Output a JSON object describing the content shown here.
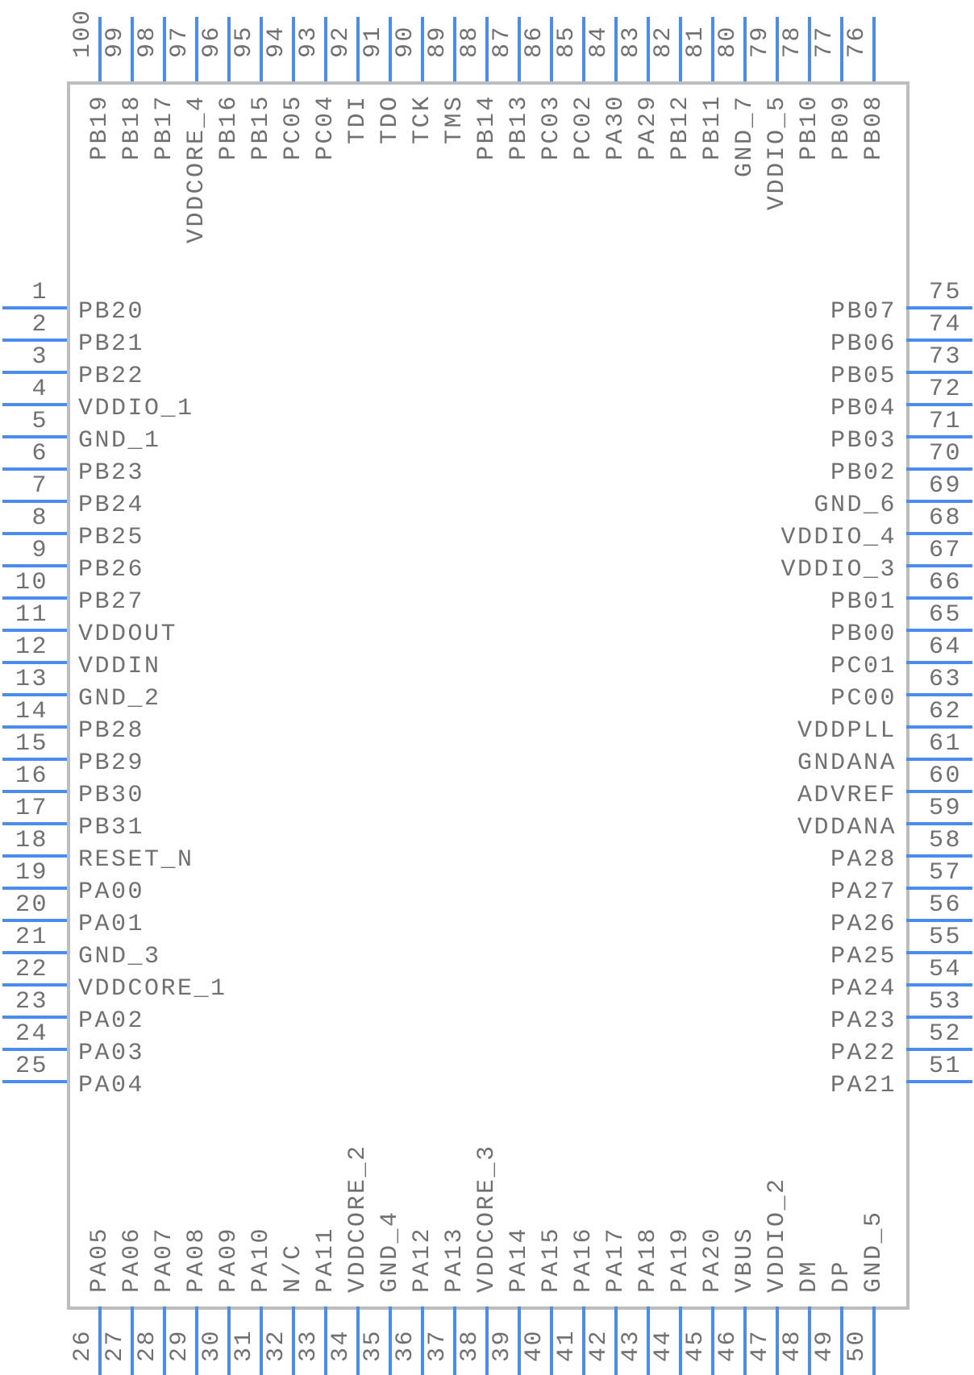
{
  "colors": {
    "pin": "#4a8cf0",
    "outline": "#bdbdbd",
    "text": "#707070"
  },
  "left_pins": [
    {
      "num": "1",
      "name": "PB20"
    },
    {
      "num": "2",
      "name": "PB21"
    },
    {
      "num": "3",
      "name": "PB22"
    },
    {
      "num": "4",
      "name": "VDDIO_1"
    },
    {
      "num": "5",
      "name": "GND_1"
    },
    {
      "num": "6",
      "name": "PB23"
    },
    {
      "num": "7",
      "name": "PB24"
    },
    {
      "num": "8",
      "name": "PB25"
    },
    {
      "num": "9",
      "name": "PB26"
    },
    {
      "num": "10",
      "name": "PB27"
    },
    {
      "num": "11",
      "name": "VDDOUT"
    },
    {
      "num": "12",
      "name": "VDDIN"
    },
    {
      "num": "13",
      "name": "GND_2"
    },
    {
      "num": "14",
      "name": "PB28"
    },
    {
      "num": "15",
      "name": "PB29"
    },
    {
      "num": "16",
      "name": "PB30"
    },
    {
      "num": "17",
      "name": "PB31"
    },
    {
      "num": "18",
      "name": "RESET_N"
    },
    {
      "num": "19",
      "name": "PA00"
    },
    {
      "num": "20",
      "name": "PA01"
    },
    {
      "num": "21",
      "name": "GND_3"
    },
    {
      "num": "22",
      "name": "VDDCORE_1"
    },
    {
      "num": "23",
      "name": "PA02"
    },
    {
      "num": "24",
      "name": "PA03"
    },
    {
      "num": "25",
      "name": "PA04"
    }
  ],
  "bottom_pins": [
    {
      "num": "26",
      "name": "PA05"
    },
    {
      "num": "27",
      "name": "PA06"
    },
    {
      "num": "28",
      "name": "PA07"
    },
    {
      "num": "29",
      "name": "PA08"
    },
    {
      "num": "30",
      "name": "PA09"
    },
    {
      "num": "31",
      "name": "PA10"
    },
    {
      "num": "32",
      "name": "N/C"
    },
    {
      "num": "33",
      "name": "PA11"
    },
    {
      "num": "34",
      "name": "VDDCORE_2"
    },
    {
      "num": "35",
      "name": "GND_4"
    },
    {
      "num": "36",
      "name": "PA12"
    },
    {
      "num": "37",
      "name": "PA13"
    },
    {
      "num": "38",
      "name": "VDDCORE_3"
    },
    {
      "num": "39",
      "name": "PA14"
    },
    {
      "num": "40",
      "name": "PA15"
    },
    {
      "num": "41",
      "name": "PA16"
    },
    {
      "num": "42",
      "name": "PA17"
    },
    {
      "num": "43",
      "name": "PA18"
    },
    {
      "num": "44",
      "name": "PA19"
    },
    {
      "num": "45",
      "name": "PA20"
    },
    {
      "num": "46",
      "name": "VBUS"
    },
    {
      "num": "47",
      "name": "VDDIO_2"
    },
    {
      "num": "48",
      "name": "DM"
    },
    {
      "num": "49",
      "name": "DP"
    },
    {
      "num": "50",
      "name": "GND_5"
    }
  ],
  "right_pins": [
    {
      "num": "75",
      "name": "PB07"
    },
    {
      "num": "74",
      "name": "PB06"
    },
    {
      "num": "73",
      "name": "PB05"
    },
    {
      "num": "72",
      "name": "PB04"
    },
    {
      "num": "71",
      "name": "PB03"
    },
    {
      "num": "70",
      "name": "PB02"
    },
    {
      "num": "69",
      "name": "GND_6"
    },
    {
      "num": "68",
      "name": "VDDIO_4"
    },
    {
      "num": "67",
      "name": "VDDIO_3"
    },
    {
      "num": "66",
      "name": "PB01"
    },
    {
      "num": "65",
      "name": "PB00"
    },
    {
      "num": "64",
      "name": "PC01"
    },
    {
      "num": "63",
      "name": "PC00"
    },
    {
      "num": "62",
      "name": "VDDPLL"
    },
    {
      "num": "61",
      "name": "GNDANA"
    },
    {
      "num": "60",
      "name": "ADVREF"
    },
    {
      "num": "59",
      "name": "VDDANA"
    },
    {
      "num": "58",
      "name": "PA28"
    },
    {
      "num": "57",
      "name": "PA27"
    },
    {
      "num": "56",
      "name": "PA26"
    },
    {
      "num": "55",
      "name": "PA25"
    },
    {
      "num": "54",
      "name": "PA24"
    },
    {
      "num": "53",
      "name": "PA23"
    },
    {
      "num": "52",
      "name": "PA22"
    },
    {
      "num": "51",
      "name": "PA21"
    }
  ],
  "top_pins": [
    {
      "num": "100",
      "name": "PB19"
    },
    {
      "num": "99",
      "name": "PB18"
    },
    {
      "num": "98",
      "name": "PB17"
    },
    {
      "num": "97",
      "name": "VDDCORE_4"
    },
    {
      "num": "96",
      "name": "PB16"
    },
    {
      "num": "95",
      "name": "PB15"
    },
    {
      "num": "94",
      "name": "PC05"
    },
    {
      "num": "93",
      "name": "PC04"
    },
    {
      "num": "92",
      "name": "TDI"
    },
    {
      "num": "91",
      "name": "TDO"
    },
    {
      "num": "90",
      "name": "TCK"
    },
    {
      "num": "89",
      "name": "TMS"
    },
    {
      "num": "88",
      "name": "PB14"
    },
    {
      "num": "87",
      "name": "PB13"
    },
    {
      "num": "86",
      "name": "PC03"
    },
    {
      "num": "85",
      "name": "PC02"
    },
    {
      "num": "84",
      "name": "PA30"
    },
    {
      "num": "83",
      "name": "PA29"
    },
    {
      "num": "82",
      "name": "PB12"
    },
    {
      "num": "81",
      "name": "PB11"
    },
    {
      "num": "80",
      "name": "GND_7"
    },
    {
      "num": "79",
      "name": "VDDIO_5"
    },
    {
      "num": "78",
      "name": "PB10"
    },
    {
      "num": "77",
      "name": "PB09"
    },
    {
      "num": "76",
      "name": "PB08"
    }
  ]
}
